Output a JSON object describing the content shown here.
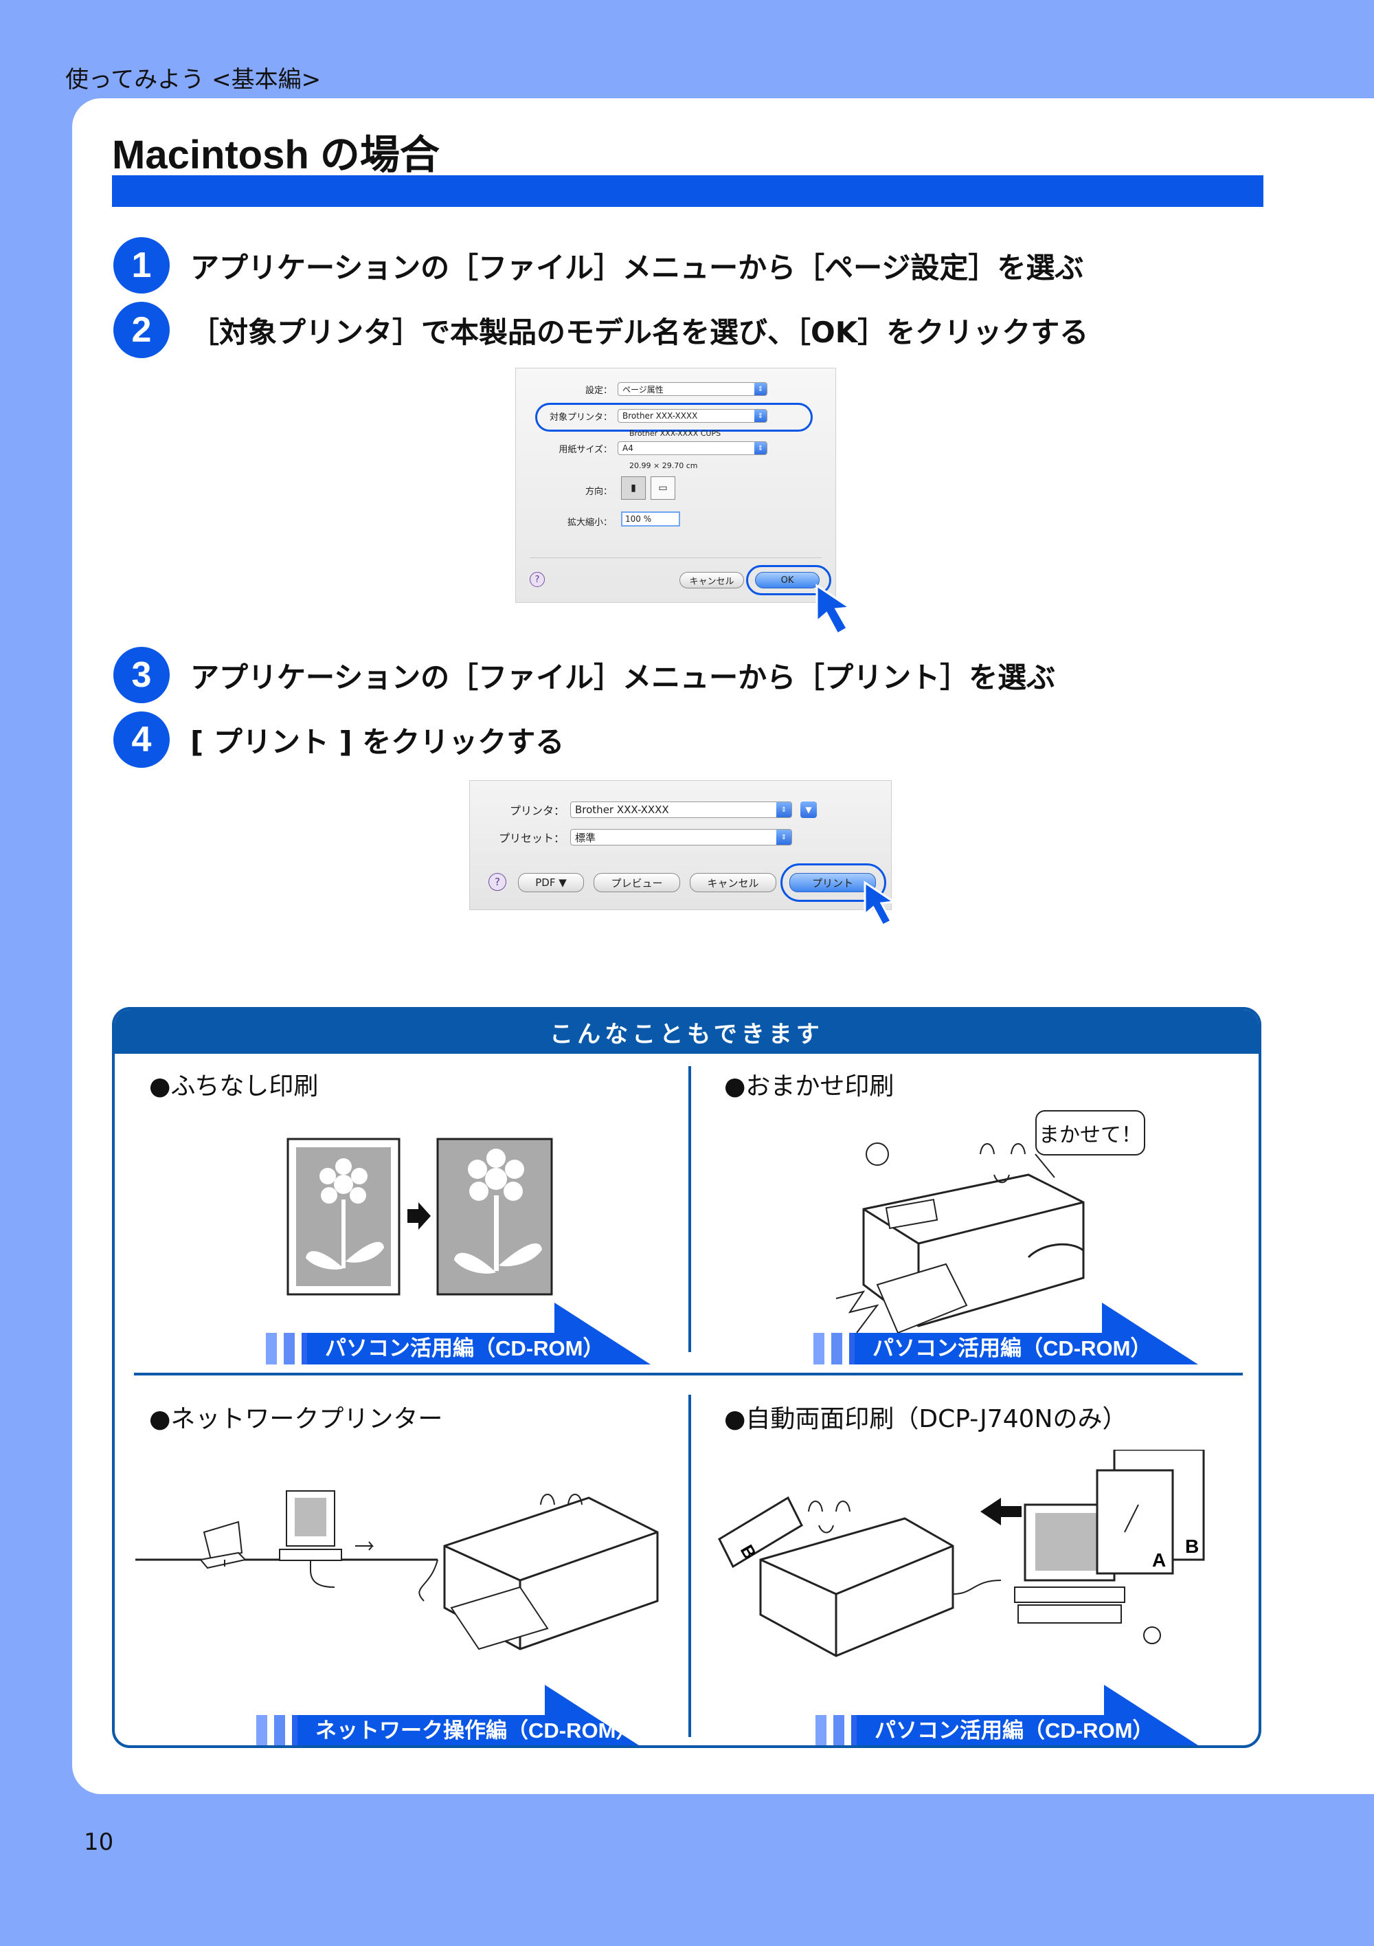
{
  "header": {
    "section_label": "使ってみよう <基本編>"
  },
  "page": {
    "number": "10"
  },
  "title": "Macintosh の場合",
  "steps": [
    {
      "num": "1",
      "text": "アプリケーションの［ファイル］メニューから［ページ設定］を選ぶ"
    },
    {
      "num": "2",
      "text": "［対象プリンタ］で本製品のモデル名を選び、［OK］をクリックする"
    },
    {
      "num": "3",
      "text": "アプリケーションの［ファイル］メニューから［プリント］を選ぶ"
    },
    {
      "num": "4",
      "text": "[ プリント ] をクリックする"
    }
  ],
  "page_setup_dialog": {
    "settings_label": "設定：",
    "settings_value": "ページ属性",
    "printer_label": "対象プリンタ：",
    "printer_value": "Brother XXX-XXXX",
    "printer_sub": "Brother XXX-XXXX CUPS",
    "paper_label": "用紙サイズ：",
    "paper_value": "A4",
    "paper_dims": "20.99 × 29.70 cm",
    "orientation_label": "方向：",
    "scale_label": "拡大縮小：",
    "scale_value": "100 %",
    "help": "?",
    "cancel_label": "キャンセル",
    "ok_label": "OK"
  },
  "print_dialog": {
    "printer_label": "プリンタ：",
    "printer_value": "Brother XXX-XXXX",
    "preset_label": "プリセット：",
    "preset_value": "標準",
    "help": "?",
    "pdf_label": "PDF ▼",
    "preview_label": "プレビュー",
    "cancel_label": "キャンセル",
    "print_label": "プリント"
  },
  "features": {
    "header": "こんなこともできます",
    "items": [
      {
        "title": "●ふちなし印刷",
        "ref": "パソコン活用編（CD-ROM）"
      },
      {
        "title": "●おまかせ印刷",
        "bubble": "まかせて！",
        "ref": "パソコン活用編（CD-ROM）"
      },
      {
        "title": "●ネットワークプリンター",
        "ref": "ネットワーク操作編（CD-ROM）"
      },
      {
        "title": "●自動両面印刷（DCP-J740Nのみ）",
        "ref": "パソコン活用編（CD-ROM）",
        "label_a": "A",
        "label_b": "B"
      }
    ]
  },
  "colors": {
    "accent": "#0a56e6",
    "box_border": "#0a58aa",
    "page_bg": "#84a8fb"
  }
}
